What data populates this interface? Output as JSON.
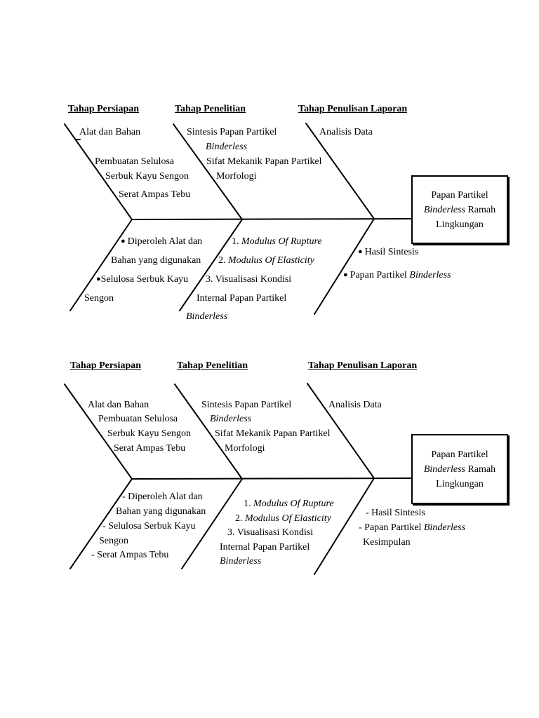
{
  "diagram_1": {
    "headers": [
      "Tahap Persiapan",
      "Tahap Penelitian",
      "Tahap Penulisan Laporan"
    ],
    "persiapan_top": [
      "Alat dan Bahan",
      "Pembuatan Selulosa",
      "Serbuk Kayu Sengon",
      "Serat Ampas Tebu"
    ],
    "penelitian_top": [
      "Sintesis Papan Partikel",
      "Binderless",
      "Sifat Mekanik Papan Partikel",
      "Morfologi"
    ],
    "laporan_top": [
      "Analisis Data"
    ],
    "persiapan_bottom": [
      "Diperoleh Alat dan",
      "Bahan yang digunakan",
      "Selulosa Serbuk Kayu",
      "Sengon"
    ],
    "penelitian_bottom": {
      "item1_num": "1.",
      "item1_text": "Modulus Of Rupture",
      "item2_num": "2.",
      "item2_text": "Modulus Of Elasticity",
      "item3": "3. Visualisasi Kondisi",
      "item3_cont": "Internal Papan Partikel",
      "item3_italic": "Binderless"
    },
    "laporan_bottom": {
      "item1": "Hasil Sintesis",
      "item2_plain": "Papan Partikel",
      "item2_italic": "Binderless"
    },
    "head_box": {
      "line1": "Papan Partikel",
      "line2_italic": "Binderless",
      "line2_rest": "Ramah",
      "line3": "Lingkungan"
    }
  },
  "diagram_2": {
    "headers": [
      "Tahap Persiapan",
      "Tahap Penelitian",
      "Tahap Penulisan Laporan"
    ],
    "persiapan_top": [
      "Alat dan Bahan",
      "Pembuatan Selulosa",
      "Serbuk Kayu Sengon",
      "Serat Ampas Tebu"
    ],
    "penelitian_top": [
      "Sintesis Papan Partikel",
      "Binderless",
      "Sifat Mekanik Papan Partikel",
      "Morfologi"
    ],
    "laporan_top": [
      "Analisis Data"
    ],
    "persiapan_bottom": [
      "-  Diperoleh Alat dan",
      "Bahan yang digunakan",
      "-  Selulosa Serbuk Kayu",
      "Sengon",
      "-  Serat Ampas Tebu"
    ],
    "penelitian_bottom": {
      "item1_num": "1.",
      "item1_text": "Modulus Of Rupture",
      "item2_num": "2.",
      "item2_text": "Modulus Of Elasticity",
      "item3": "3. Visualisasi Kondisi",
      "item3_cont": "Internal Papan Partikel",
      "item3_italic": "Binderless"
    },
    "laporan_bottom": {
      "item1": "-  Hasil Sintesis",
      "item2_plain": "-  Papan Partikel",
      "item2_italic": "Binderless",
      "item3": "Kesimpulan"
    },
    "head_box": {
      "line1": "Papan Partikel",
      "line2_italic": "Binderless",
      "line2_rest": "Ramah",
      "line3": "Lingkungan"
    }
  }
}
